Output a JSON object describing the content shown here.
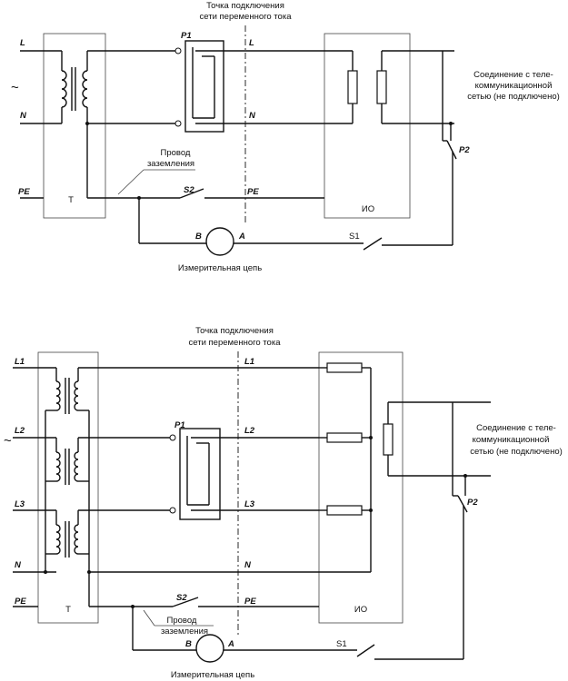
{
  "diagram_top": {
    "connection_point_label": [
      "Точка подключения",
      "сети переменного тока"
    ],
    "telecom_label": [
      "Соединение с теле-",
      "коммуникационной",
      "сетью (не подключено)"
    ],
    "ground_wire_label": [
      "Провод",
      "заземления"
    ],
    "measurement_label": "Измерительная цепь",
    "line_labels": {
      "l_left": "L",
      "n_left": "N",
      "pe_left": "PE",
      "l_right": "L",
      "n_right": "N",
      "pe_right": "PE"
    },
    "source_symbol": "~",
    "transformer_label": "T",
    "equipment_label": "ИО",
    "switches": {
      "p1": "P1",
      "p2": "P2",
      "s1": "S1",
      "s2": "S2"
    },
    "meter_terminals": {
      "b": "B",
      "a": "A"
    }
  },
  "diagram_bottom": {
    "connection_point_label": [
      "Точка подключения",
      "сети переменного тока"
    ],
    "telecom_label": [
      "Соединение с теле-",
      "коммуникационной",
      "сетью (не подключено)"
    ],
    "ground_wire_label": [
      "Провод",
      "заземления"
    ],
    "measurement_label": "Измерительная цепь",
    "line_labels": {
      "l1_left": "L1",
      "l2_left": "L2",
      "l3_left": "L3",
      "n_left": "N",
      "pe_left": "PE",
      "l1_right": "L1",
      "l2_right": "L2",
      "l3_right": "L3",
      "n_right": "N",
      "pe_right": "PE"
    },
    "source_symbol": "~",
    "transformer_label": "T",
    "equipment_label": "ИО",
    "switches": {
      "p1": "P1",
      "p2": "P2",
      "s1": "S1",
      "s2": "S2"
    },
    "meter_terminals": {
      "b": "B",
      "a": "A"
    }
  }
}
